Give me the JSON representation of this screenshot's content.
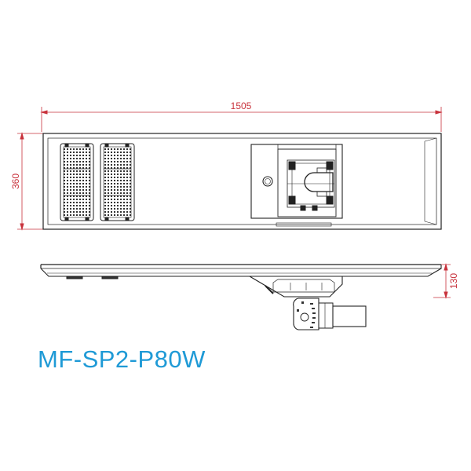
{
  "model": "MF-SP2-P80W",
  "dimensions": {
    "length": "1505",
    "width": "360",
    "height": "130"
  },
  "colors": {
    "title": "#1f9ad6",
    "dimension": "#c8323c",
    "outline": "#222222",
    "background": "#ffffff"
  }
}
